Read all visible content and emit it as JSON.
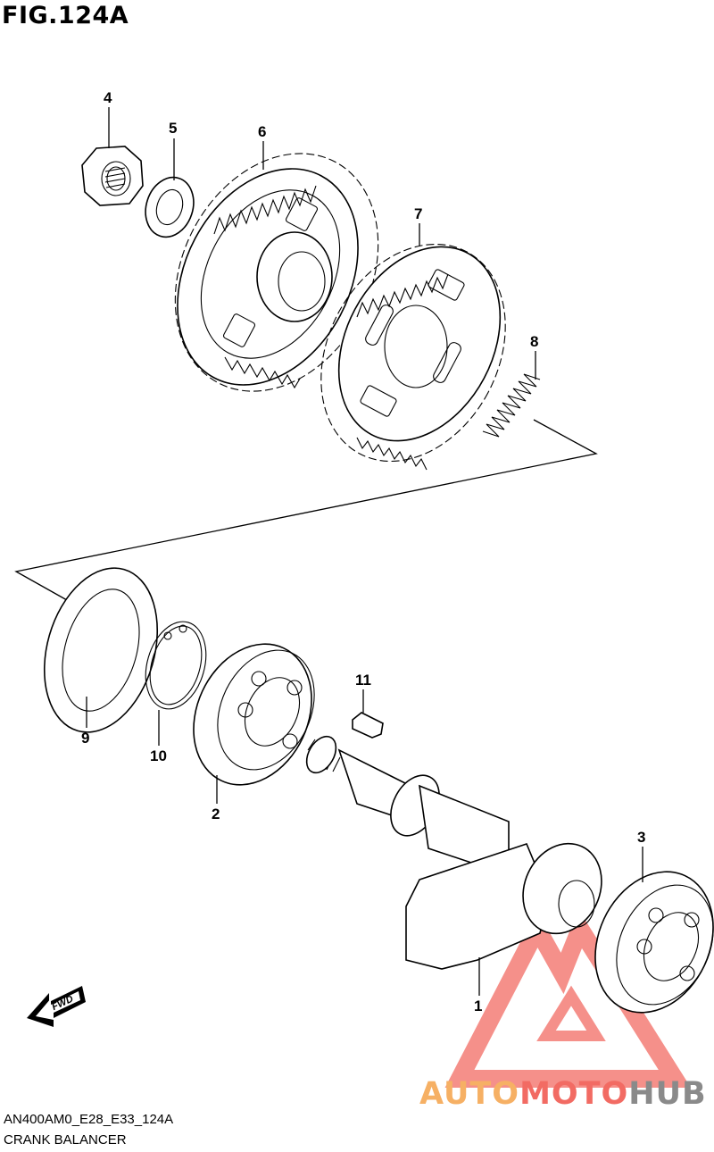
{
  "figure_title": "FIG.124A",
  "model_code": "AN400AM0_E28_E33_124A",
  "section_name": "CRANK BALANCER",
  "fwd_label": "FWD",
  "watermark": {
    "part1": "AUTO",
    "part2": "MOTO",
    "part3": "HUB",
    "color_red": "#f26b63",
    "color_orange": "#f6b064",
    "color_gray": "#8a8a8a"
  },
  "callouts": [
    {
      "id": "1",
      "label": "1",
      "part": "crank-balancer-shaft"
    },
    {
      "id": "2",
      "label": "2",
      "part": "bearing-left"
    },
    {
      "id": "3",
      "label": "3",
      "part": "bearing-right"
    },
    {
      "id": "4",
      "label": "4",
      "part": "nut"
    },
    {
      "id": "5",
      "label": "5",
      "part": "washer"
    },
    {
      "id": "6",
      "label": "6",
      "part": "driven-gear"
    },
    {
      "id": "7",
      "label": "7",
      "part": "scissors-gear"
    },
    {
      "id": "8",
      "label": "8",
      "part": "spring"
    },
    {
      "id": "9",
      "label": "9",
      "part": "thrust-washer"
    },
    {
      "id": "10",
      "label": "10",
      "part": "circlip"
    },
    {
      "id": "11",
      "label": "11",
      "part": "key"
    }
  ]
}
